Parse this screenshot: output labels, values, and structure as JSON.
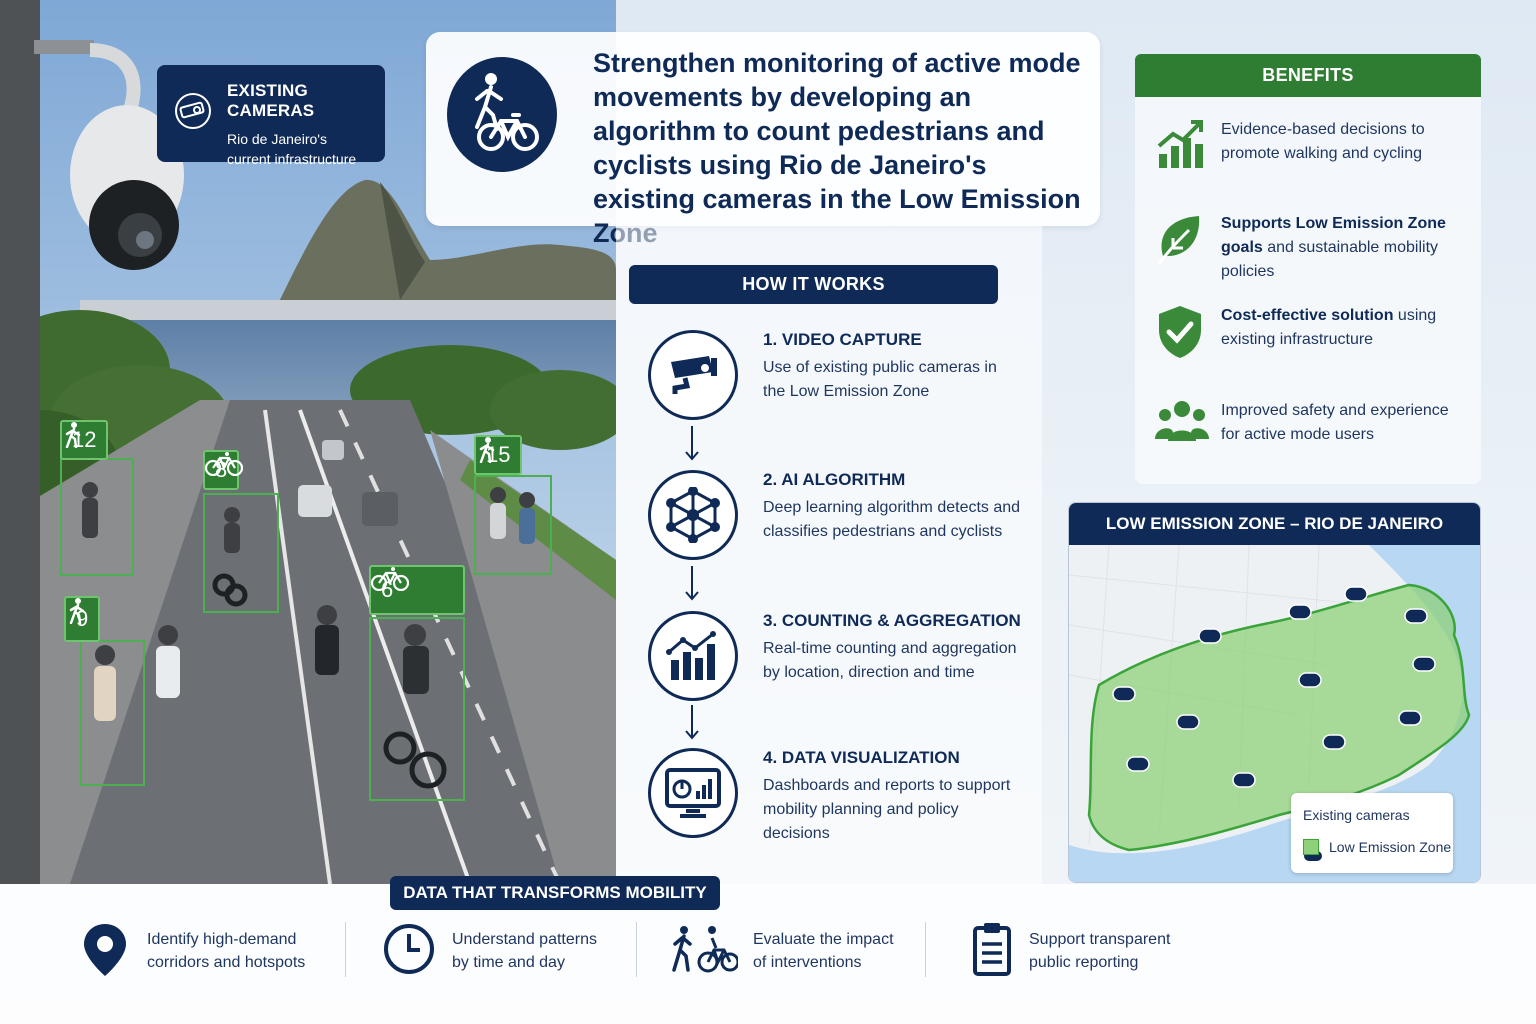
{
  "existing_cameras": {
    "title": "EXISTING CAMERAS",
    "subtitle": "Rio de Janeiro's current infrastructure"
  },
  "detections": [
    {
      "type": "pedestrian",
      "count": "12"
    },
    {
      "type": "cyclist",
      "count": "8"
    },
    {
      "type": "pedestrian",
      "count": "15"
    },
    {
      "type": "cyclist",
      "count": "6"
    },
    {
      "type": "pedestrian",
      "count": "9"
    }
  ],
  "title": "Strengthen monitoring of active mode movements by developing an algorithm to count pedestrians and cyclists using Rio de Janeiro's existing cameras in the Low Emission Zone",
  "how_it_works": {
    "heading": "HOW IT WORKS",
    "steps": [
      {
        "title": "1. VIDEO CAPTURE",
        "desc": "Use of existing public cameras in the Low Emission Zone",
        "icon": "cctv-camera-icon"
      },
      {
        "title": "2. AI ALGORITHM",
        "desc": "Deep learning algorithm detects and classifies pedestrians and cyclists",
        "icon": "neural-network-icon"
      },
      {
        "title": "3. COUNTING & AGGREGATION",
        "desc": "Real-time counting and aggregation by location, direction and time",
        "icon": "bar-chart-icon"
      },
      {
        "title": "4. DATA VISUALIZATION",
        "desc": "Dashboards and reports to support mobility planning and policy decisions",
        "icon": "dashboard-monitor-icon"
      }
    ]
  },
  "benefits": {
    "heading": "BENEFITS",
    "items": [
      {
        "bold": "",
        "text": "Evidence-based decisions to promote walking and cycling",
        "icon": "growth-chart-icon"
      },
      {
        "bold": "Supports Low Emission Zone goals",
        "text": " and sustainable mobility policies",
        "icon": "leaf-icon"
      },
      {
        "bold": "Cost-effective solution",
        "text": " using existing infrastructure",
        "icon": "shield-check-icon"
      },
      {
        "bold": "",
        "text": "Improved safety and experience for active mode users",
        "icon": "people-group-icon"
      }
    ]
  },
  "map": {
    "title": "LOW EMISSION ZONE – RIO DE JANEIRO",
    "legend": {
      "cameras": "Existing cameras",
      "zone": "Low Emission Zone"
    }
  },
  "bottom": {
    "heading": "DATA THAT TRANSFORMS MOBILITY",
    "items": [
      {
        "line1": "Identify high-demand",
        "line2": "corridors and hotspots",
        "icon": "location-pin-icon"
      },
      {
        "line1": "Understand patterns",
        "line2": "by time and day",
        "icon": "clock-icon"
      },
      {
        "line1": "Evaluate the impact",
        "line2": "of interventions",
        "icon": "pedestrian-cyclist-icon"
      },
      {
        "line1": "Support transparent",
        "line2": "public reporting",
        "icon": "clipboard-icon"
      }
    ]
  },
  "colors": {
    "navy": "#0f2a56",
    "green": "#2e7d32",
    "zone_green": "#8fd07a"
  }
}
